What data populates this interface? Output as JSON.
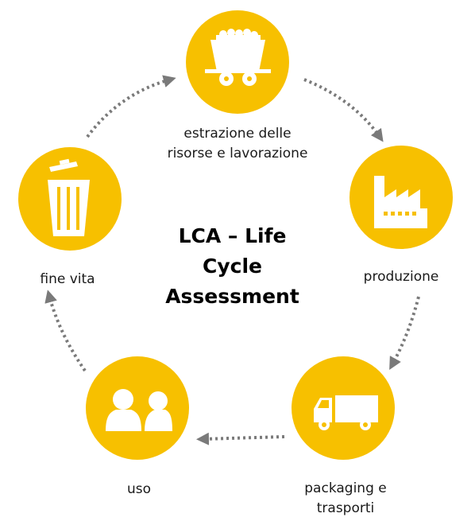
{
  "title_lines": [
    "LCA – Life",
    "Cycle",
    "Assessment"
  ],
  "stages": [
    {
      "id": "extraction",
      "label_lines": [
        "estrazione delle",
        "risorse e lavorazione"
      ],
      "icon": "mine-cart-icon"
    },
    {
      "id": "production",
      "label_lines": [
        "produzione"
      ],
      "icon": "factory-icon"
    },
    {
      "id": "transport",
      "label_lines": [
        "packaging e",
        "trasporti"
      ],
      "icon": "truck-icon"
    },
    {
      "id": "use",
      "label_lines": [
        "uso"
      ],
      "icon": "users-icon"
    },
    {
      "id": "end-of-life",
      "label_lines": [
        "fine vita"
      ],
      "icon": "trash-bin-icon"
    }
  ],
  "colors": {
    "accent": "#F7C000",
    "arrow": "#7a7a7a",
    "icon": "#ffffff",
    "text": "#1a1a1a"
  }
}
